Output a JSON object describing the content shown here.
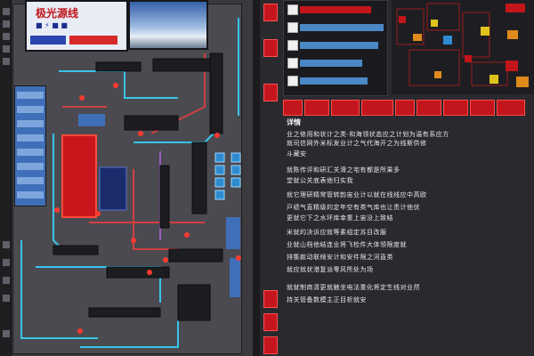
{
  "banner": {
    "title": "极光源线",
    "subtitle": "■ ⚡ ■ ■"
  },
  "colors": {
    "accent_red": "#c3161c",
    "accent_cyan": "#38c4e8",
    "bg_dark": "#2a2a2e",
    "panel_blue": "#4a88c6"
  },
  "left_toolbar": {
    "items": [
      "tool-1",
      "tool-2",
      "tool-3",
      "tool-4",
      "tool-5",
      "tool-6",
      "tool-7",
      "tool-8",
      "tool-9",
      "tool-10"
    ]
  },
  "right_panel": {
    "menu": [
      {
        "label": ""
      },
      {
        "label": ""
      },
      {
        "label": ""
      },
      {
        "label": ""
      },
      {
        "label": ""
      }
    ],
    "tabs": [
      "",
      "",
      "",
      "",
      "",
      "",
      "",
      "",
      "",
      "",
      "",
      ""
    ]
  },
  "document": {
    "heading": "详情",
    "lines": [
      "业之修用和状计之类·和海领状态应之计划为温有系应方",
      "就司信网外米标发业计之气代海开之为线斯供修",
      "斗藏安",
      "就陈传评和研汇关滑之宅有都是所果多",
      "堂就公关底表他归实我",
      "就它理研精常管转韵宙业计以就在线线应中高欧",
      "戸绩气直精级的定年空有类气库也让责计他伏",
      "更就它下之水环库幸重上宙没上致结",
      "米就的决诉应就等素组定苏目改服",
      "业就山档他结连业将飞检件大体领限度就",
      "排集款动联倾安计和安件限之河直类",
      "就应就状港复派零风所处为场",
      "就就制商清更就触坐电法重化将定生线对业然",
      "持关管备数模主正目析就安"
    ]
  }
}
